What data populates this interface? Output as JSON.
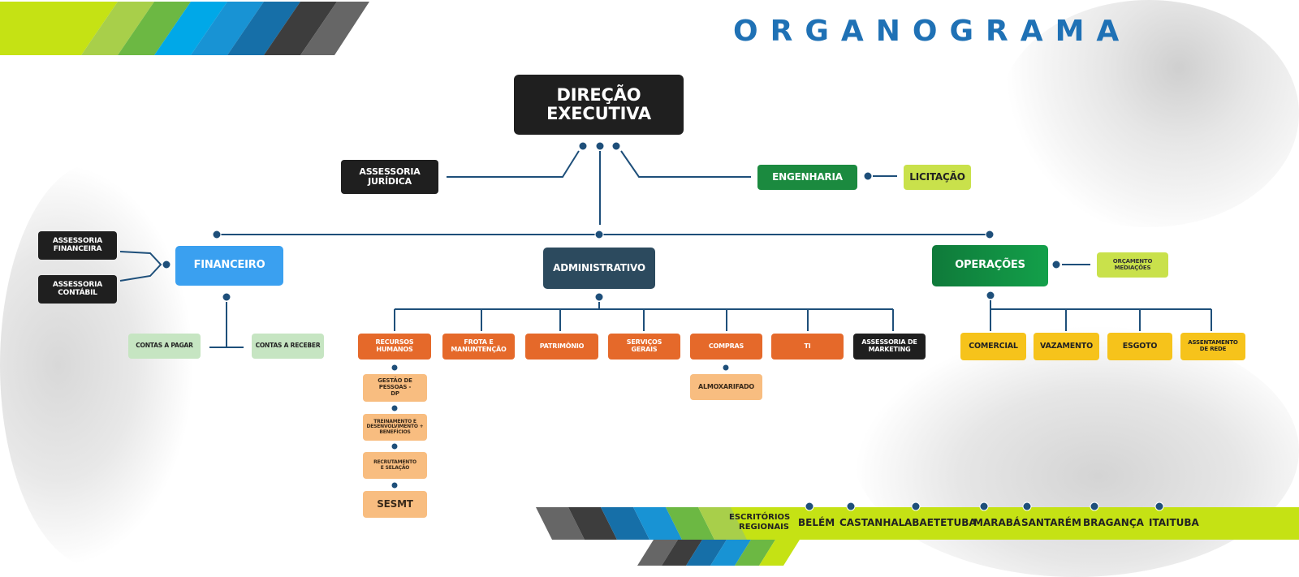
{
  "title": "ORGANOGRAMA",
  "colors": {
    "accent_blue": "#1f71b5",
    "dark": "#1f1f1f",
    "orange": "#e5692a",
    "light_orange": "#f8bd80",
    "yellow": "#f6c31b",
    "lime": "#c9e14b",
    "green": "#1b8a3f",
    "blue": "#3aa0f0",
    "navy": "#2c4a5e",
    "line": "#1e4f7a"
  },
  "direcao": "DIREÇÃO EXECUTIVA",
  "assessoria_juridica": "ASSESSORIA JURÍDICA",
  "engenharia": "ENGENHARIA",
  "licitacao": "LICITAÇÃO",
  "financeiro": {
    "label": "FINANCEIRO",
    "advisors": [
      "ASSESSORIA FINANCEIRA",
      "ASSESSORIA CONTÁBIL"
    ],
    "children": [
      "CONTAS A PAGAR",
      "CONTAS A RECEBER"
    ]
  },
  "administrativo": {
    "label": "ADMINISTRATIVO",
    "children": [
      "RECURSOS HUMANOS",
      "FROTA E MANUNTENÇÃO",
      "PATRIMÔNIO",
      "SERVIÇOS GERAIS",
      "COMPRAS",
      "TI",
      "ASSESSORIA DE MARKETING"
    ],
    "rh_children": [
      "GESTÃO DE PESSOAS - DP",
      "TREINAMENTO E DESENVOLVIMENTO + BENEFÍCIOS",
      "RECRUTAMENTO E SELAÇÃO",
      "SESMT"
    ],
    "compras_children": [
      "ALMOXARIFADO"
    ]
  },
  "operacoes": {
    "label": "OPERAÇÕES",
    "side": "ORÇAMENTO MEDIAÇÕES",
    "children": [
      "COMERCIAL",
      "VAZAMENTO",
      "ESGOTO",
      "ASSENTAMENTO DE REDE"
    ]
  },
  "regional": {
    "label": "ESCRITÓRIOS REGIONAIS",
    "cities": [
      "BELÉM",
      "CASTANHAL",
      "ABAETETUBA",
      "MARABÁ",
      "SANTARÉM",
      "BRAGANÇA",
      "ITAITUBA"
    ]
  }
}
